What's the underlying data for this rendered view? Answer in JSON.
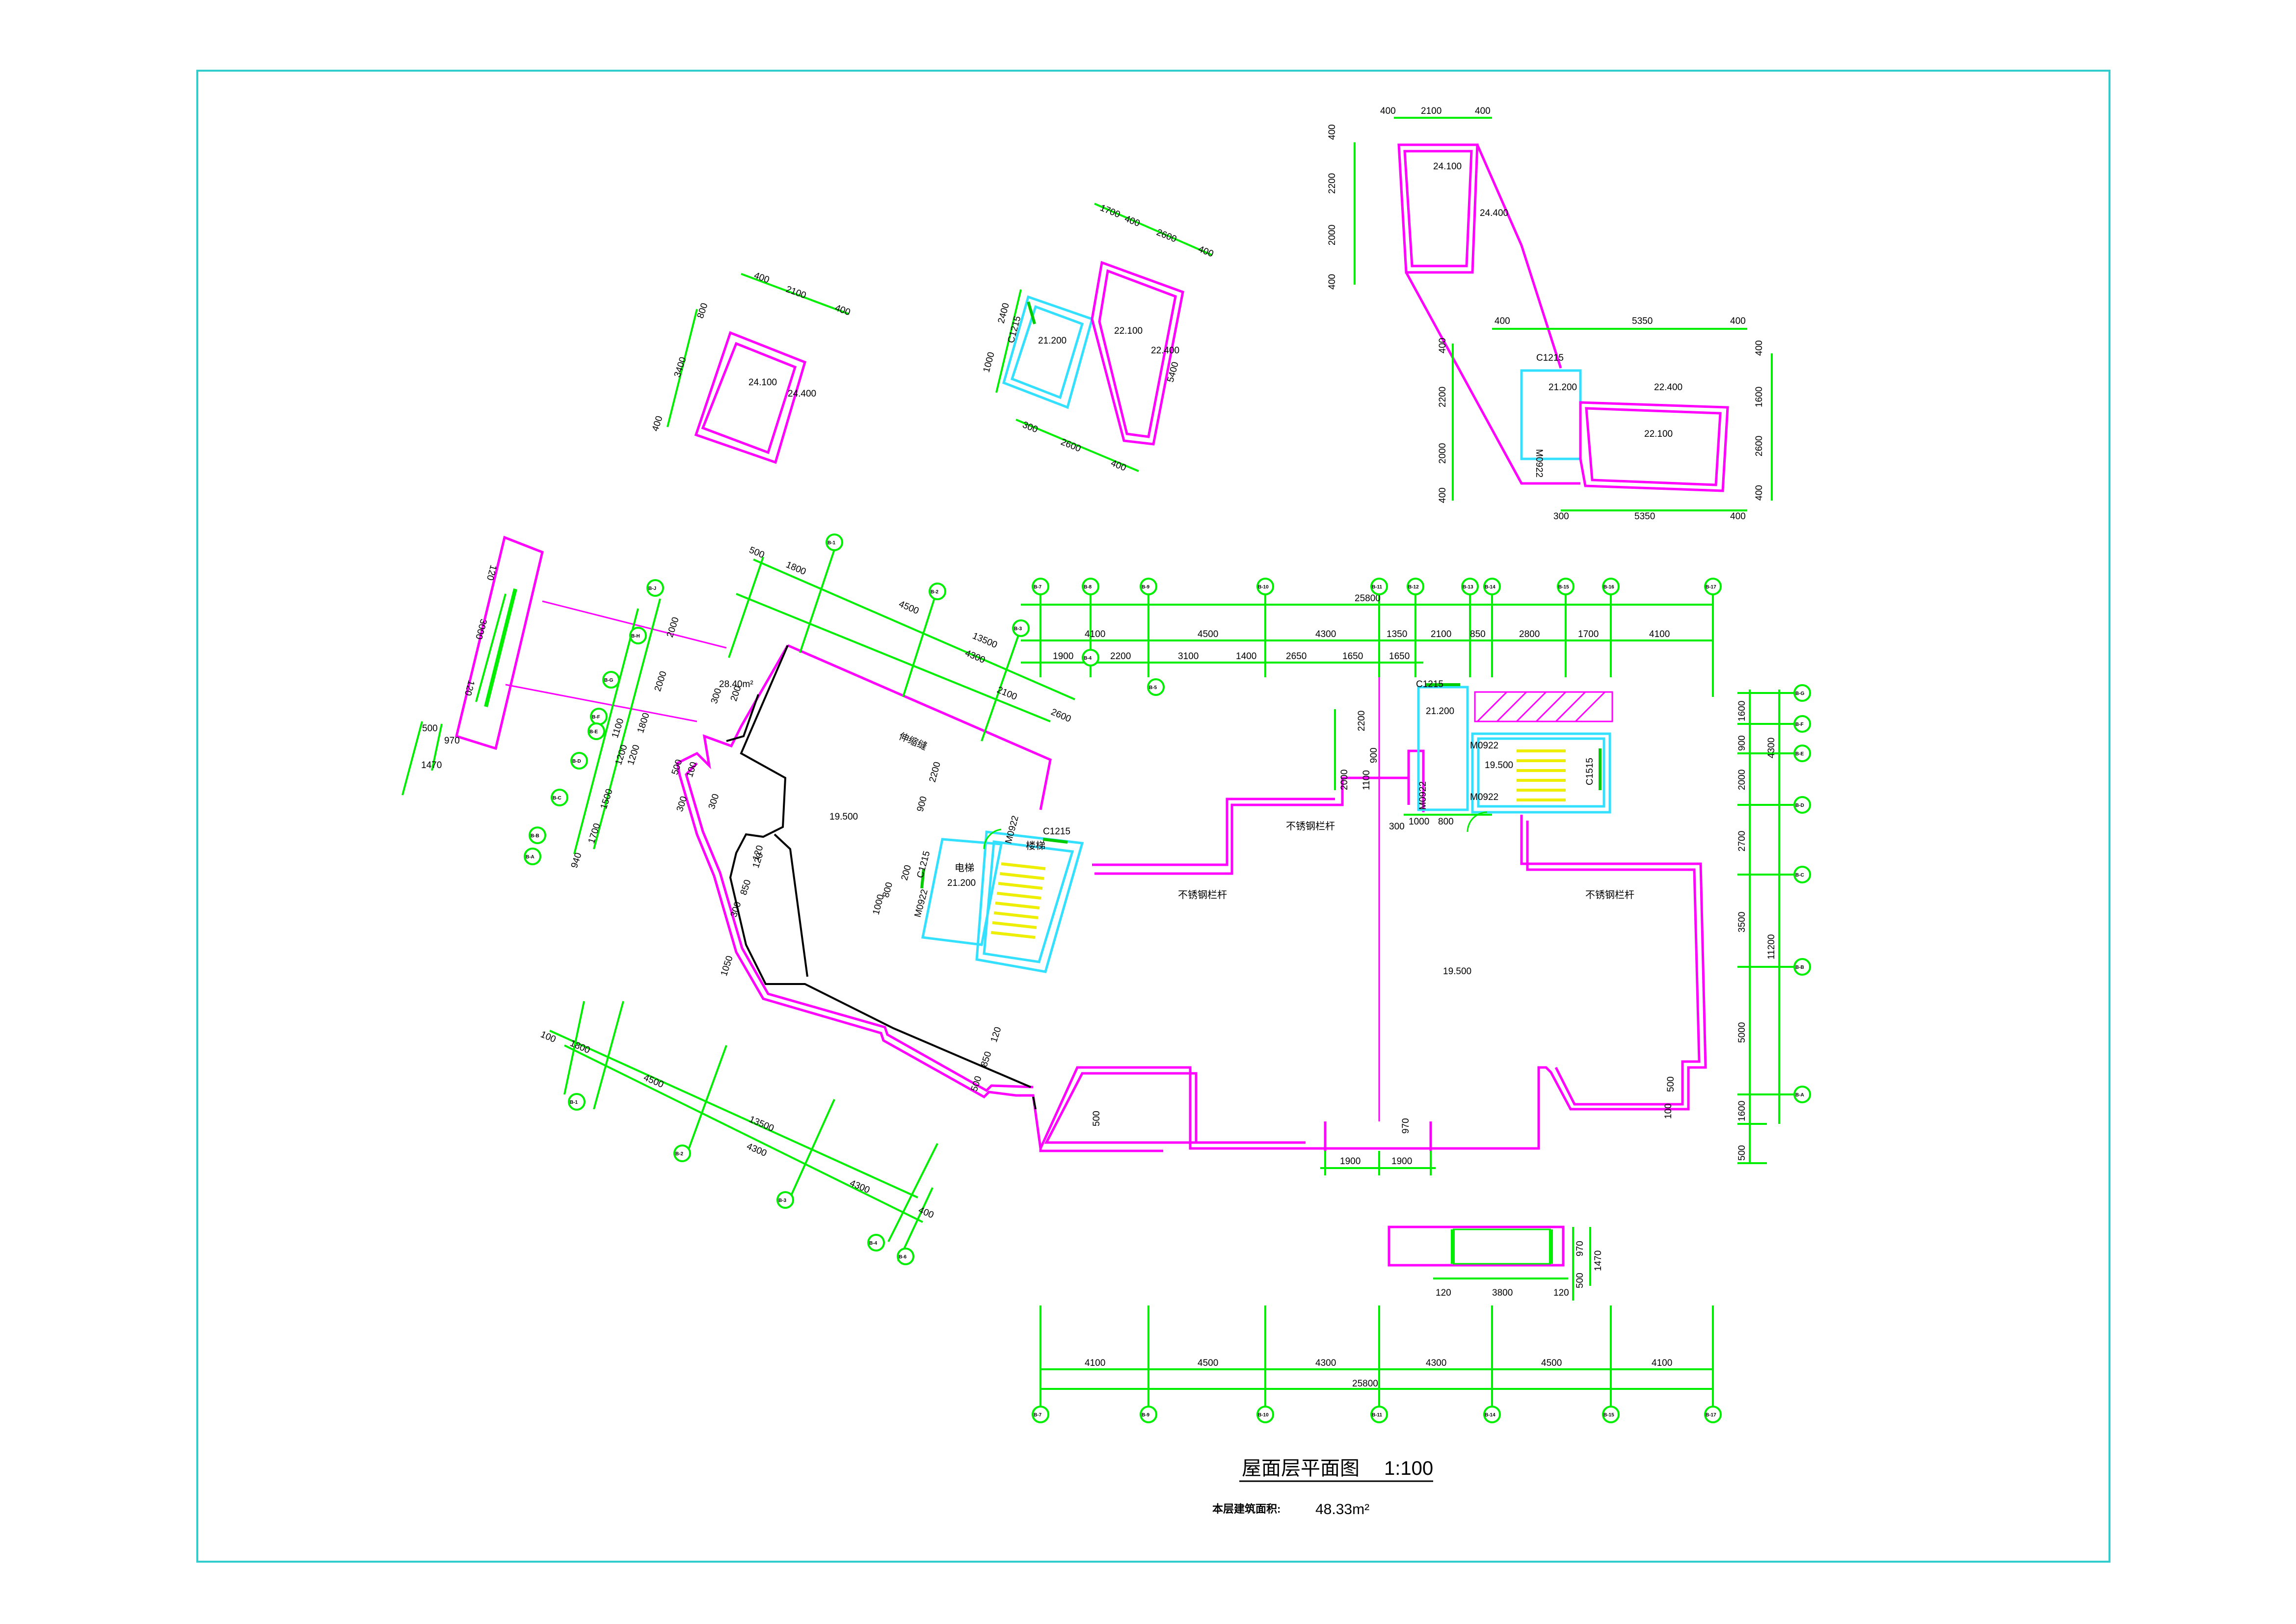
{
  "drawing": {
    "title": "屋面层平面图",
    "scale": "1:100",
    "area_label": "本层建筑面积:",
    "area_value": "48.33m²"
  },
  "annotations": {
    "elev_1": "24.100",
    "elev_2": "24.400",
    "elev_3": "21.200",
    "elev_4": "22.100",
    "elev_5": "22.400",
    "elev_6": "24.100",
    "elev_7": "24.400",
    "elev_8": "21.200",
    "elev_9": "22.400",
    "elev_10": "22.100",
    "elev_11": "19.500",
    "elev_12": "21.200",
    "elev_13": "21.200",
    "elev_14": "19.500",
    "elev_15": "19.500",
    "area_small": "28.40m²",
    "label_joint": "伸缩缝",
    "label_rail_1": "不锈钢栏杆",
    "label_rail_2": "不锈钢栏杆",
    "label_rail_3": "不锈钢栏杆",
    "label_elevator": "电梯",
    "label_stair": "楼梯",
    "win_1": "C1215",
    "win_2": "C1215",
    "win_3": "C1215",
    "win_4": "C1215",
    "win_5": "C1215",
    "win_6": "C1515",
    "door_1": "M0922",
    "door_2": "M0922",
    "door_3": "M0922",
    "door_4": "M0922",
    "door_5": "M0922",
    "door_6": "M0922"
  },
  "axes": {
    "top": [
      "B-7",
      "B-8",
      "B-9",
      "B-10",
      "B-11",
      "B-12",
      "B-13",
      "B-14",
      "B-15",
      "B-16",
      "B-17"
    ],
    "top_mid": [
      "B-4",
      "B-5"
    ],
    "bottom": [
      "B-7",
      "B-9",
      "B-10",
      "B-11",
      "B-14",
      "B-15",
      "B-17"
    ],
    "right": [
      "B-G",
      "B-F",
      "B-E",
      "B-D",
      "B-C",
      "B-B",
      "B-A"
    ],
    "left": [
      "B-J",
      "B-H",
      "B-G",
      "B-F",
      "B-E",
      "B-D",
      "B-C",
      "B-B",
      "B-A"
    ],
    "diag_top": [
      "B-1",
      "B-2",
      "B-3"
    ],
    "diag_bottom": [
      "B-1",
      "B-2",
      "B-3",
      "B-4",
      "B-6"
    ]
  },
  "dimensions": {
    "top_total": "25800",
    "top_row1": [
      "4100",
      "4500",
      "4300",
      "1350",
      "2100",
      "850",
      "2800",
      "1700",
      "4100"
    ],
    "top_row2": [
      "1900",
      "2200",
      "3100",
      "1400",
      "2650",
      "1650",
      "1650"
    ],
    "bottom_row": [
      "4100",
      "4500",
      "4300",
      "4300",
      "4500",
      "4100"
    ],
    "bottom_total": "25800",
    "right_outer": [
      "1600",
      "4300",
      "11200",
      "1600",
      "500"
    ],
    "right_inner": [
      "900",
      "2000",
      "2700",
      "3500",
      "5000"
    ],
    "diag_top": [
      "500",
      "1800",
      "4500",
      "13500",
      "4300",
      "2100",
      "2600"
    ],
    "diag_bottom": [
      "100",
      "1800",
      "4500",
      "13500",
      "4300",
      "4300",
      "400"
    ],
    "left_stack": [
      "2000",
      "2000",
      "1800",
      "1100",
      "1200",
      "1200",
      "1500",
      "1700",
      "940"
    ],
    "misc": [
      "300",
      "1900",
      "1900",
      "970",
      "2000",
      "1100",
      "900",
      "2200",
      "1000",
      "800",
      "300",
      "500",
      "100",
      "300",
      "120",
      "850",
      "300",
      "1050",
      "120",
      "850",
      "500",
      "500",
      "100",
      "300",
      "200",
      "800",
      "900",
      "2200",
      "200",
      "1000",
      "120",
      "500"
    ],
    "blk1": [
      "400",
      "2100",
      "400",
      "800",
      "3400",
      "400"
    ],
    "blk2": [
      "1700",
      "400",
      "2600",
      "400",
      "2400",
      "1000",
      "5400",
      "300",
      "2600",
      "400"
    ],
    "blk3": [
      "400",
      "2100",
      "400",
      "400",
      "2200",
      "2000",
      "400",
      "400",
      "5350",
      "400",
      "400",
      "2200",
      "2000",
      "400",
      "300",
      "5350",
      "400",
      "400",
      "1600",
      "2600",
      "400"
    ],
    "side_window": [
      "120",
      "3000",
      "120",
      "500",
      "970",
      "1470"
    ],
    "bottom_window": [
      "120",
      "3800",
      "120",
      "970",
      "1470",
      "500"
    ]
  }
}
